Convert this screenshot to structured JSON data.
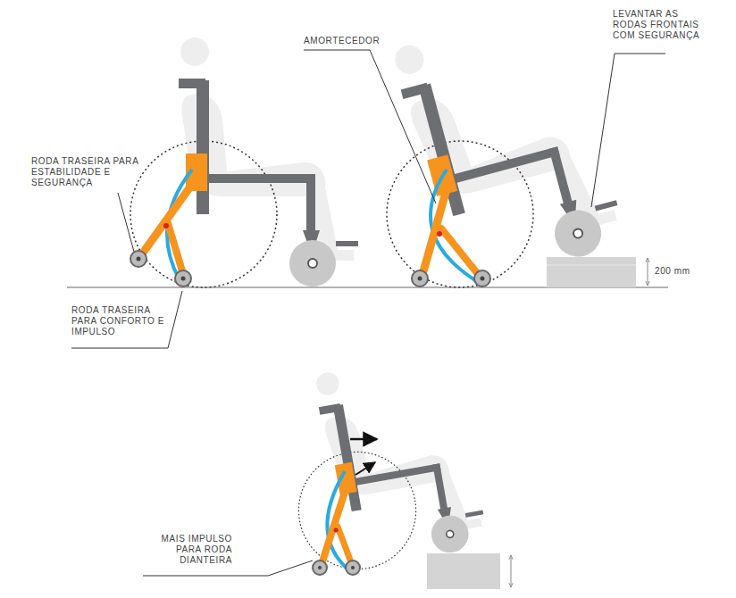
{
  "diagram": {
    "labels": [
      "RODA TRASEIRA PARA ESTABILIDADE E SEGURANÇA",
      "RODA TRASEIRA PARA CONFORTO E IMPULSO",
      "AMORTECEDOR",
      "LEVANTAR AS RODAS FRONTAIS COM SEGURANÇA",
      "200 mm",
      "MAIS IMPULSO PARA RODA DIANTEIRA"
    ]
  }
}
